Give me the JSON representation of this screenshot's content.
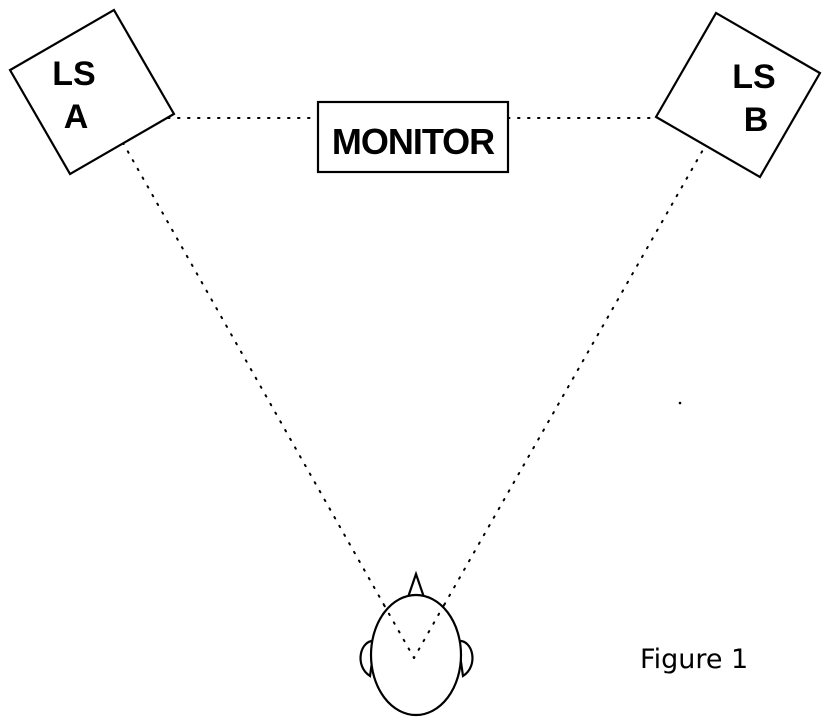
{
  "speaker_a": {
    "line1": "LS",
    "line2": "A"
  },
  "speaker_b": {
    "line1": "LS",
    "line2": "B"
  },
  "monitor": {
    "label": "MONITOR"
  },
  "caption": "Figure 1"
}
